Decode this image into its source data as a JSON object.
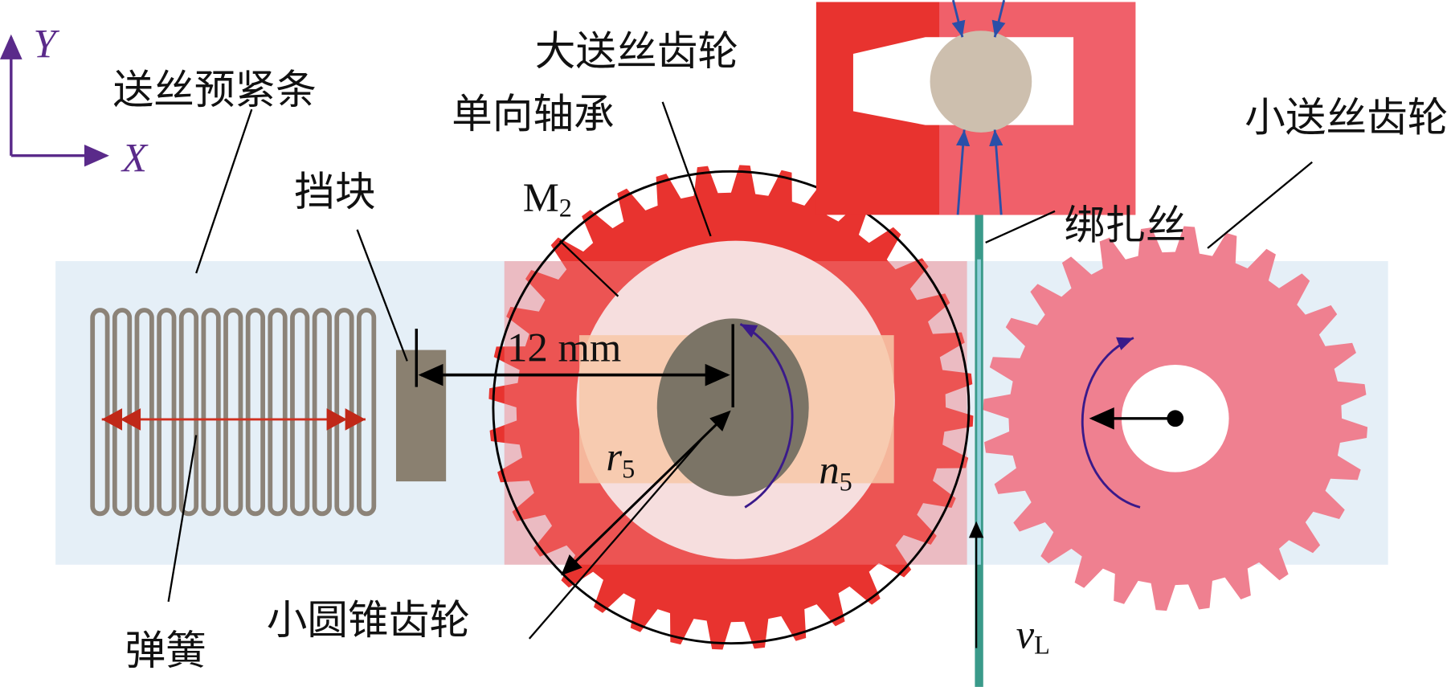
{
  "axes": {
    "y_label": "Y",
    "x_label": "X"
  },
  "labels": {
    "pretension_bar": "送丝预紧条",
    "big_gear": "大送丝齿轮",
    "one_way_bearing": "单向轴承",
    "small_gear": "小送丝齿轮",
    "stopper": "挡块",
    "m2": "M",
    "m2_sub": "2",
    "wire": "绑扎丝",
    "distance": "12 mm",
    "r5": "r",
    "r5_sub": "5",
    "n5": "n",
    "n5_sub": "5",
    "spring": "弹簧",
    "small_bevel_gear": "小圆锥齿轮",
    "vl": "v",
    "vl_sub": "L"
  },
  "gears": {
    "big_teeth": 36,
    "small_teeth": 28
  },
  "colors": {
    "big_gear": "#e8332f",
    "small_gear": "#ef8090",
    "axis": "#5a2a8a",
    "wire": "#3a9a8a",
    "rotation": "#3a1a8a",
    "spring_arrow": "#d03020"
  }
}
